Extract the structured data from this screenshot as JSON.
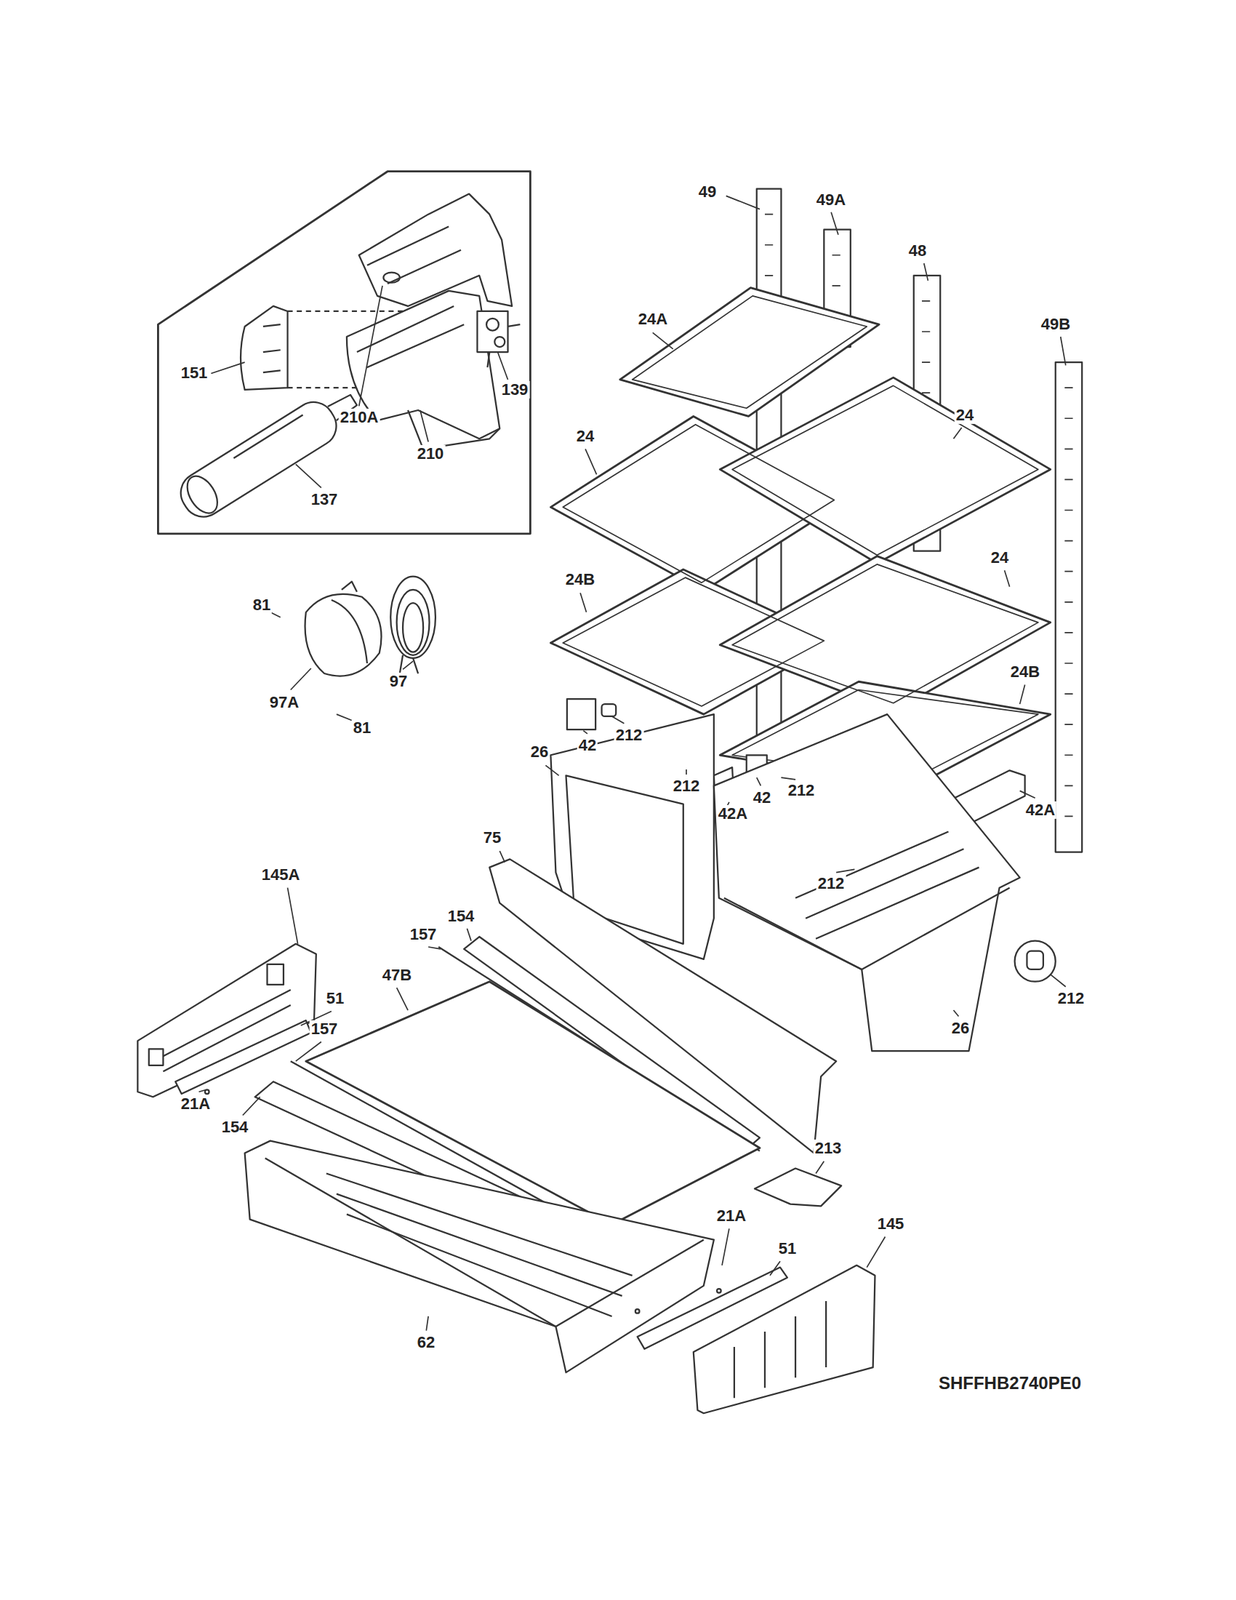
{
  "diagram": {
    "labels": [
      "49",
      "49A",
      "48",
      "24A",
      "49B",
      "151",
      "210A",
      "139",
      "24",
      "24",
      "210",
      "137",
      "24B",
      "24",
      "81",
      "97",
      "97A",
      "24B",
      "81",
      "42",
      "212",
      "26",
      "212",
      "42A",
      "212",
      "42",
      "42A",
      "75",
      "212",
      "145A",
      "154",
      "157",
      "47B",
      "51",
      "157",
      "212",
      "26",
      "21A",
      "154",
      "213",
      "145",
      "21A",
      "51",
      "62",
      "SHFFHB2740PE0"
    ]
  }
}
